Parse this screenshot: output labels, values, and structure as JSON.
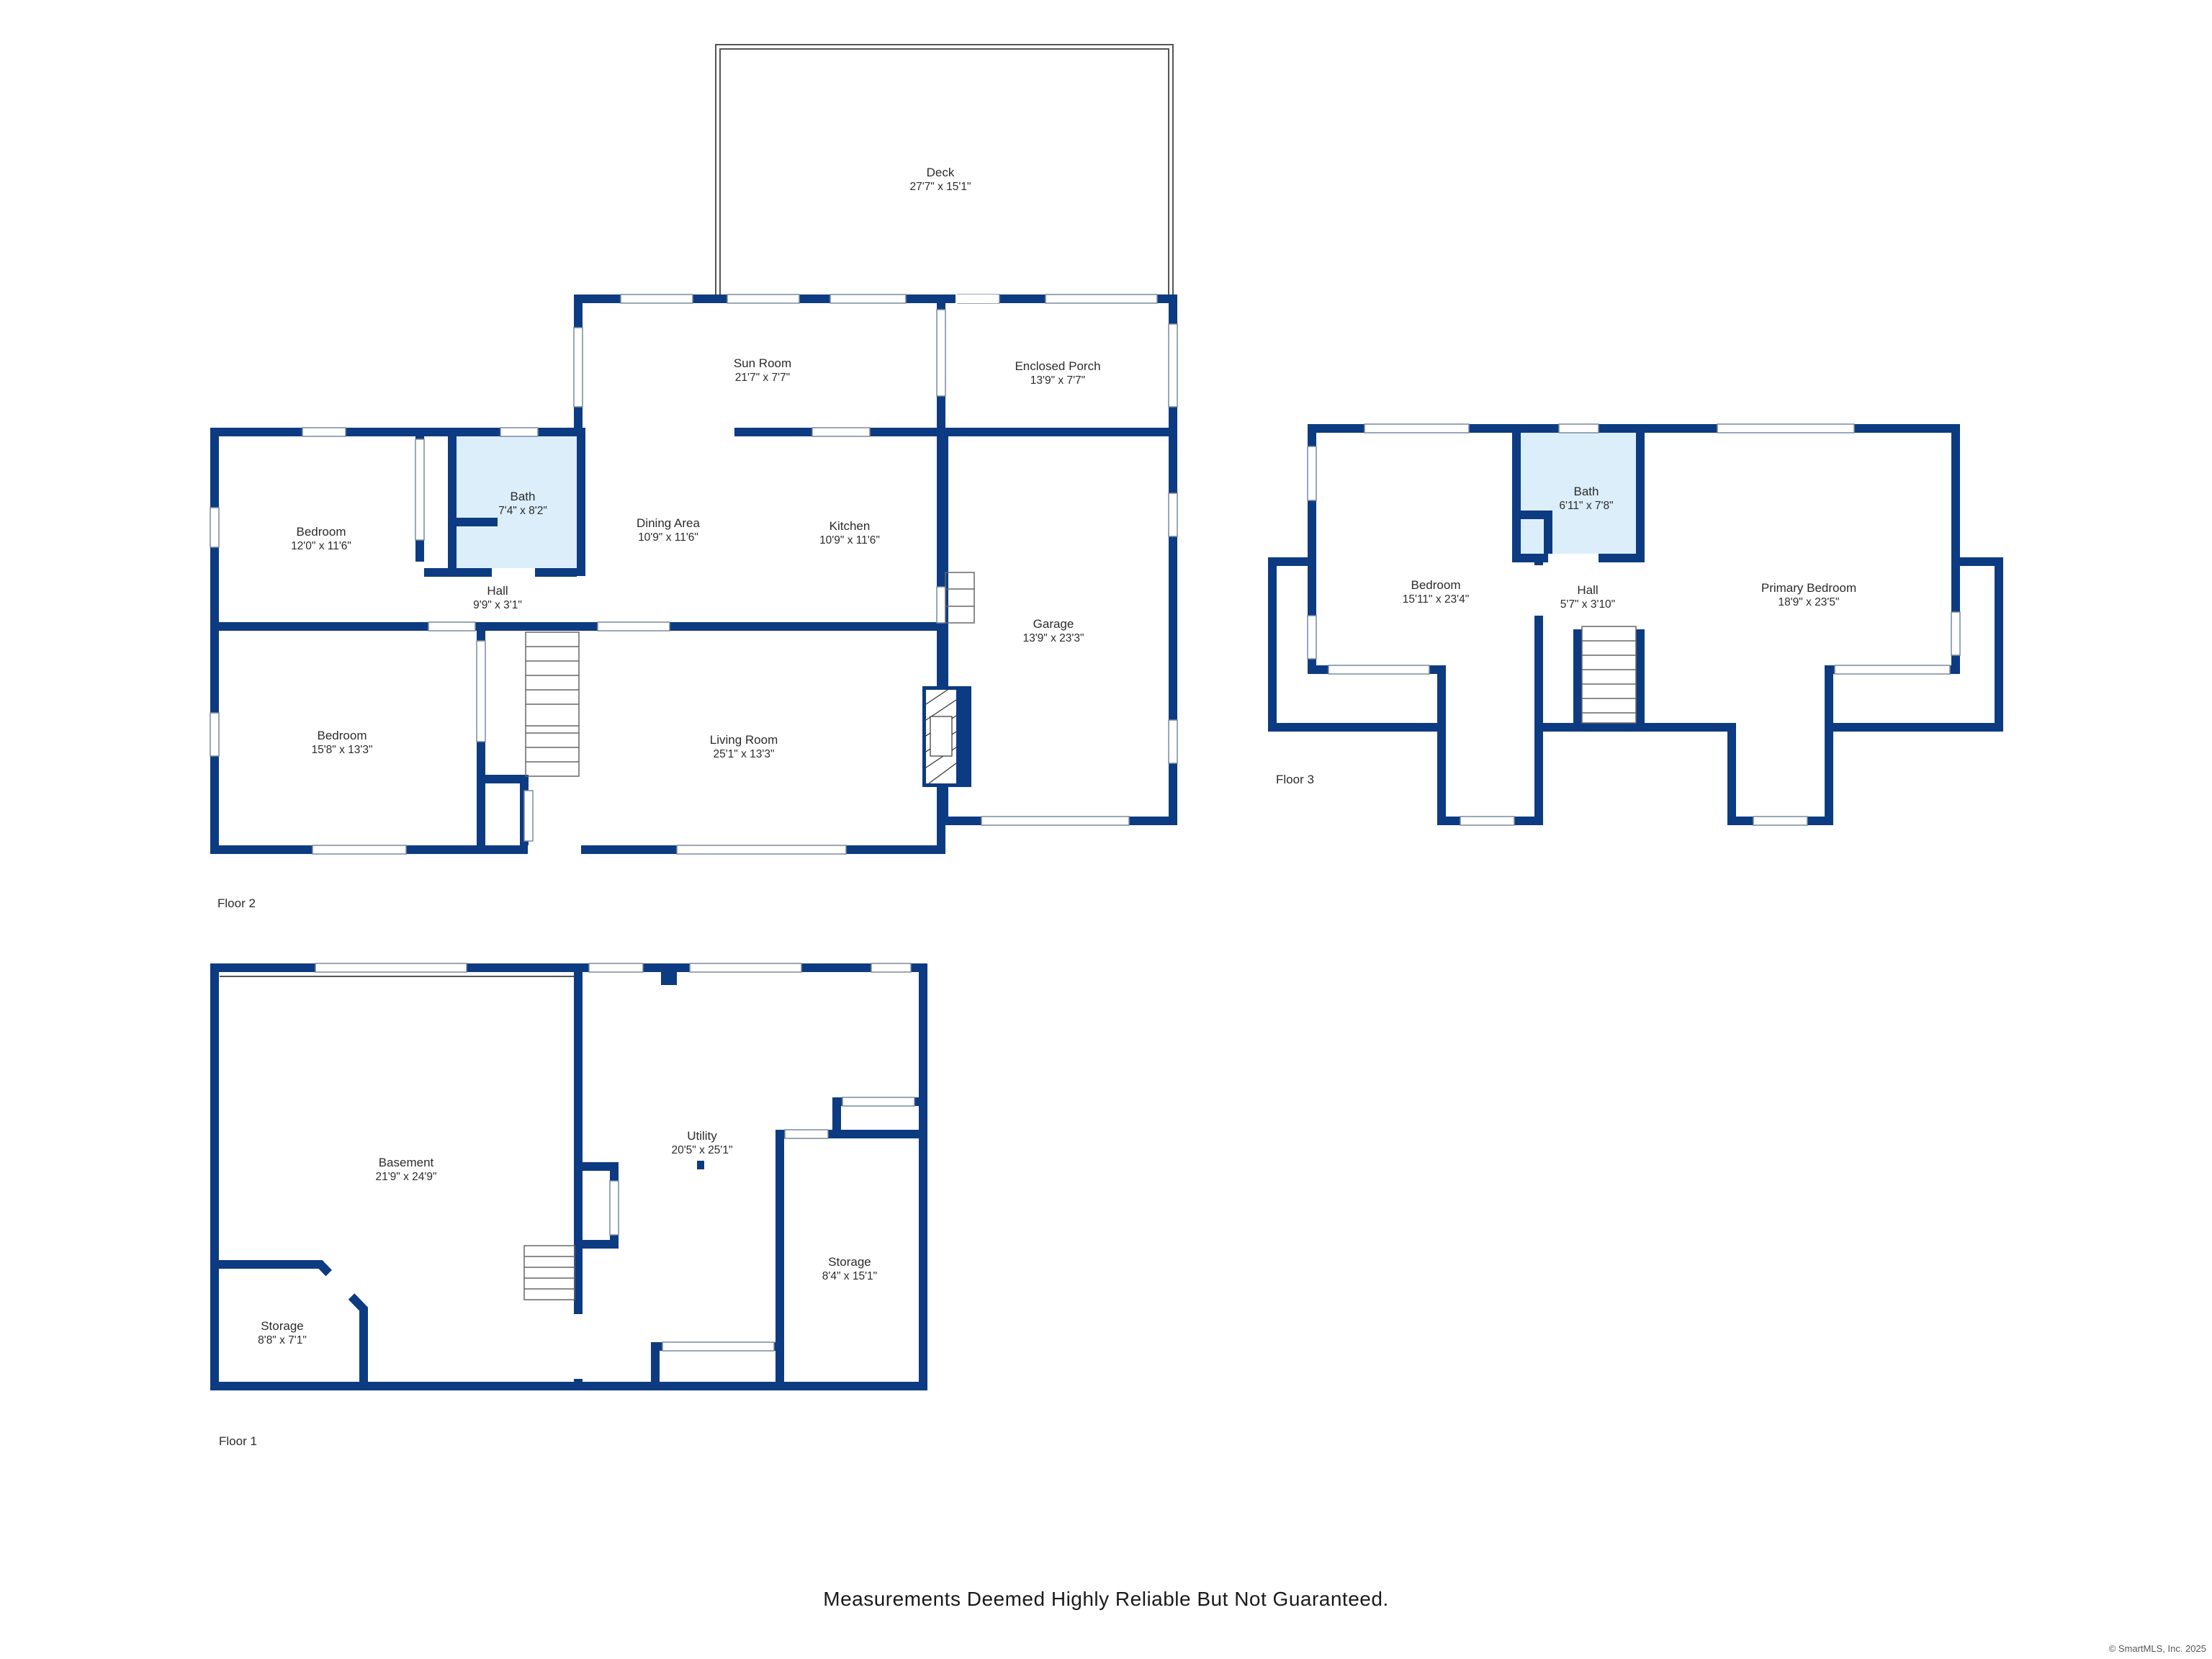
{
  "colors": {
    "wall": "#0d3b82",
    "bath_fill": "#dbeefa",
    "window": "#ffffff",
    "text": "#2b2b2b"
  },
  "floors": [
    {
      "label": "Floor 2",
      "rooms": [
        {
          "id": "deck",
          "name": "Deck",
          "dims": "27'7\" x 15'1\""
        },
        {
          "id": "sunroom",
          "name": "Sun Room",
          "dims": "21'7\" x 7'7\""
        },
        {
          "id": "porch",
          "name": "Enclosed Porch",
          "dims": "13'9\" x 7'7\""
        },
        {
          "id": "bedroom-nw",
          "name": "Bedroom",
          "dims": "12'0\" x 11'6\""
        },
        {
          "id": "bath-f2",
          "name": "Bath",
          "dims": "7'4\" x 8'2\""
        },
        {
          "id": "dining",
          "name": "Dining Area",
          "dims": "10'9\" x 11'6\""
        },
        {
          "id": "kitchen",
          "name": "Kitchen",
          "dims": "10'9\" x 11'6\""
        },
        {
          "id": "hall-f2",
          "name": "Hall",
          "dims": "9'9\" x 3'1\""
        },
        {
          "id": "garage",
          "name": "Garage",
          "dims": "13'9\" x 23'3\""
        },
        {
          "id": "bedroom-sw",
          "name": "Bedroom",
          "dims": "15'8\" x 13'3\""
        },
        {
          "id": "living",
          "name": "Living Room",
          "dims": "25'1\" x 13'3\""
        }
      ]
    },
    {
      "label": "Floor 3",
      "rooms": [
        {
          "id": "bedroom-f3",
          "name": "Bedroom",
          "dims": "15'11\" x 23'4\""
        },
        {
          "id": "bath-f3",
          "name": "Bath",
          "dims": "6'11\" x 7'8\""
        },
        {
          "id": "hall-f3",
          "name": "Hall",
          "dims": "5'7\" x 3'10\""
        },
        {
          "id": "primary",
          "name": "Primary Bedroom",
          "dims": "18'9\" x 23'5\""
        }
      ]
    },
    {
      "label": "Floor 1",
      "rooms": [
        {
          "id": "basement",
          "name": "Basement",
          "dims": "21'9\" x 24'9\""
        },
        {
          "id": "utility",
          "name": "Utility",
          "dims": "20'5\" x 25'1\""
        },
        {
          "id": "storage-w",
          "name": "Storage",
          "dims": "8'8\" x 7'1\""
        },
        {
          "id": "storage-e",
          "name": "Storage",
          "dims": "8'4\" x 15'1\""
        }
      ]
    }
  ],
  "disclaimer": "Measurements Deemed Highly Reliable But Not Guaranteed.",
  "copyright": "© SmartMLS, Inc. 2025"
}
